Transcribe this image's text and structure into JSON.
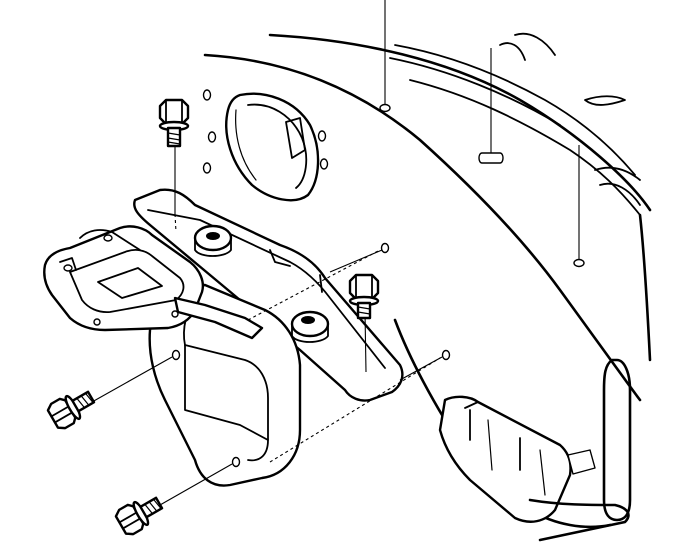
{
  "diagram": {
    "colors": {
      "line": "#000000",
      "background": "#ffffff"
    },
    "parts": [
      {
        "id": "body-panel",
        "icon": "body-panel-outline"
      },
      {
        "id": "support-bracket",
        "icon": "bracket-assembly"
      },
      {
        "id": "access-cover",
        "icon": "round-cover"
      },
      {
        "id": "bolts",
        "icon": "hex-flange-bolt",
        "count": 4
      }
    ]
  }
}
